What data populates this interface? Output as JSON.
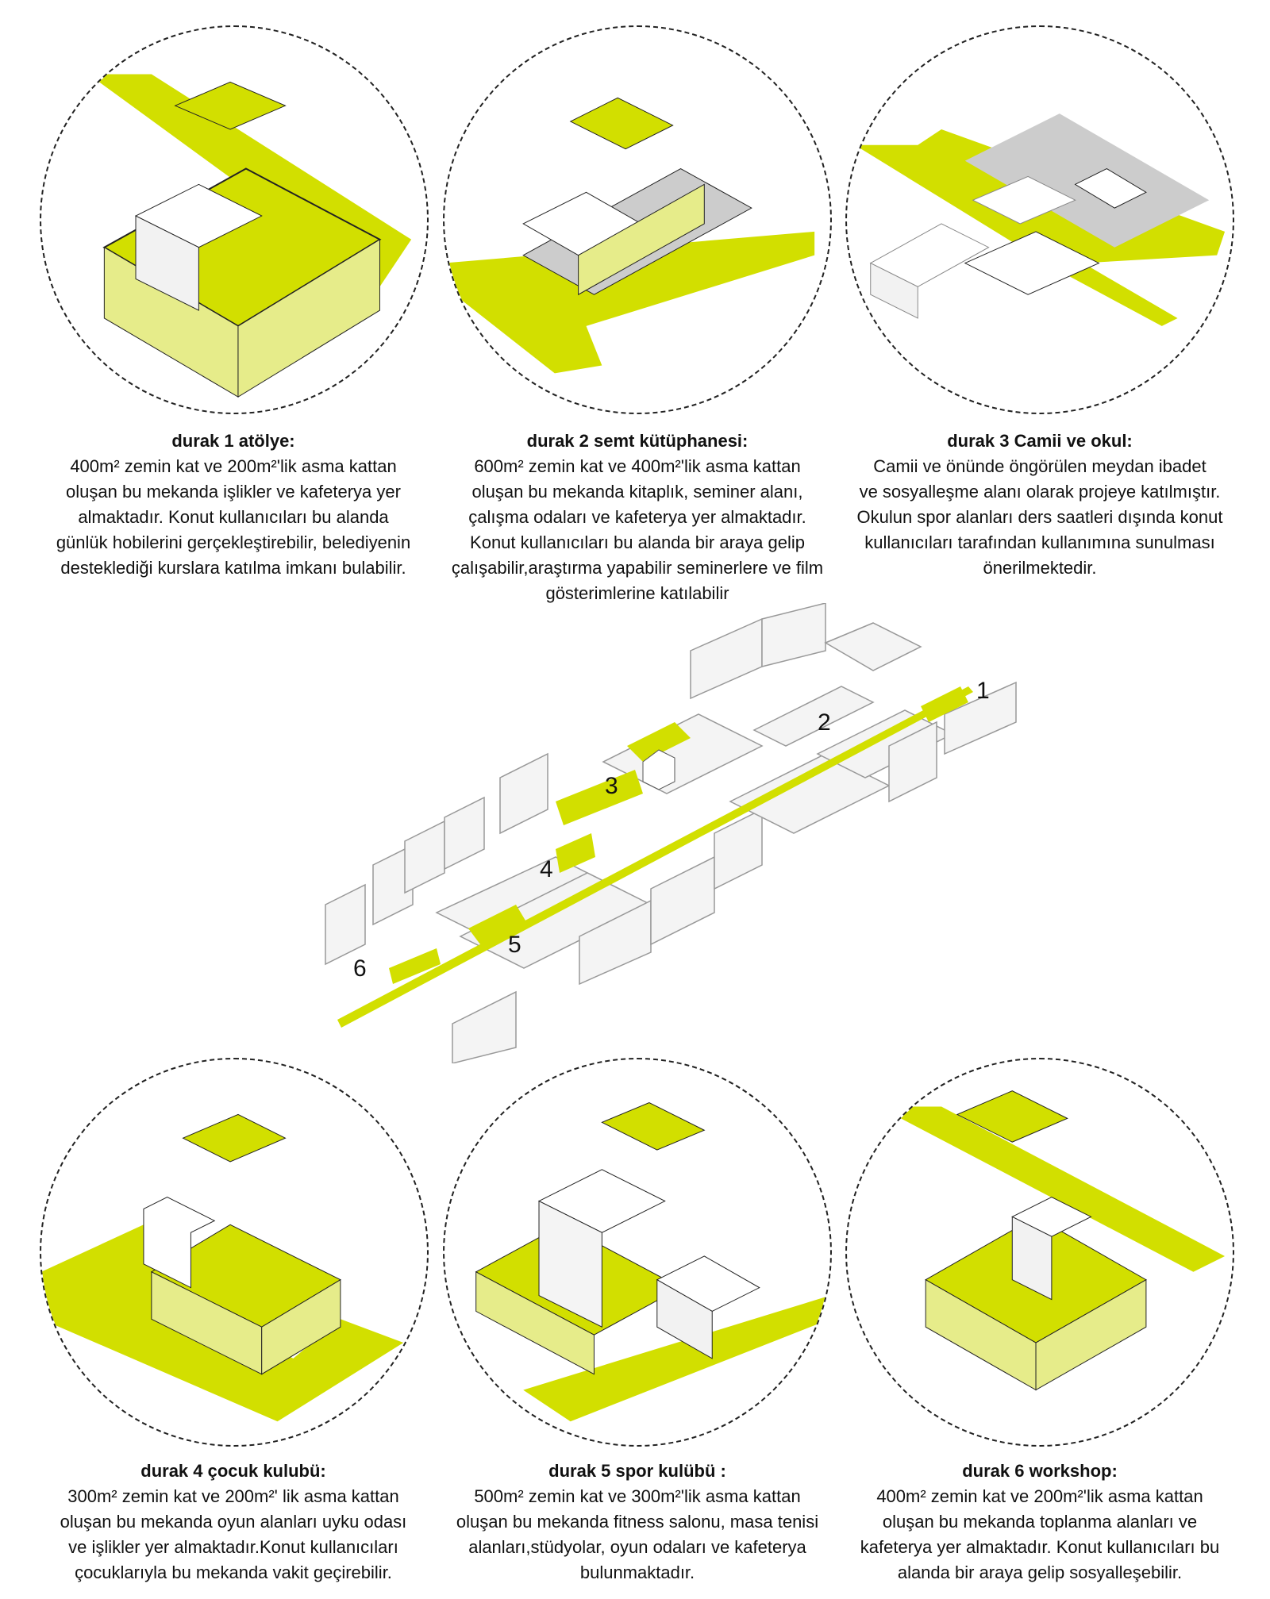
{
  "colors": {
    "accent": "#d2df00",
    "outline": "#222222"
  },
  "stops": [
    {
      "title": "durak 1  atölye:",
      "lines": [
        "400m² zemin kat ve 200m²'lik asma kattan",
        "oluşan bu mekanda işlikler ve kafeterya yer",
        "almaktadır. Konut kullanıcıları bu alanda",
        "günlük hobilerini gerçekleştirebilir, belediyenin",
        "desteklediği kurslara katılma imkanı bulabilir."
      ]
    },
    {
      "title": "durak 2  semt kütüphanesi:",
      "lines": [
        "600m² zemin kat ve 400m²'lik asma kattan",
        "oluşan bu mekanda kitaplık, seminer alanı,",
        "çalışma odaları ve kafeterya yer almaktadır.",
        "Konut kullanıcıları bu alanda bir araya gelip",
        "çalışabilir,araştırma yapabilir seminerlere ve film",
        "gösterimlerine katılabilir"
      ]
    },
    {
      "title": "durak 3  Camii ve okul:",
      "lines": [
        "Camii ve önünde öngörülen  meydan ibadet",
        "ve sosyalleşme alanı olarak projeye katılmıştır.",
        "Okulun spor alanları ders saatleri dışında konut",
        "kullanıcıları tarafından kullanımına sunulması",
        "önerilmektedir."
      ]
    },
    {
      "title": "durak 4  çocuk kulubü:",
      "lines": [
        "300m² zemin kat ve 200m²' lik asma kattan",
        "oluşan bu mekanda oyun alanları uyku odası",
        "ve işlikler yer almaktadır.Konut kullanıcıları",
        "çocuklarıyla bu mekanda vakit geçirebilir."
      ]
    },
    {
      "title": "durak 5  spor kulübü :",
      "lines": [
        "500m² zemin kat ve 300m²'lik asma kattan",
        "oluşan bu mekanda fitness salonu, masa tenisi",
        "alanları,stüdyolar, oyun odaları ve kafeterya",
        "bulunmaktadır."
      ]
    },
    {
      "title": "durak 6  workshop:",
      "lines": [
        "400m² zemin kat ve 200m²'lik asma kattan",
        "oluşan bu mekanda toplanma alanları ve",
        "kafeterya yer almaktadır. Konut kullanıcıları bu",
        "alanda bir araya gelip sosyalleşebilir."
      ]
    }
  ],
  "map": {
    "labels": [
      "1",
      "2",
      "3",
      "4",
      "5",
      "6"
    ]
  }
}
